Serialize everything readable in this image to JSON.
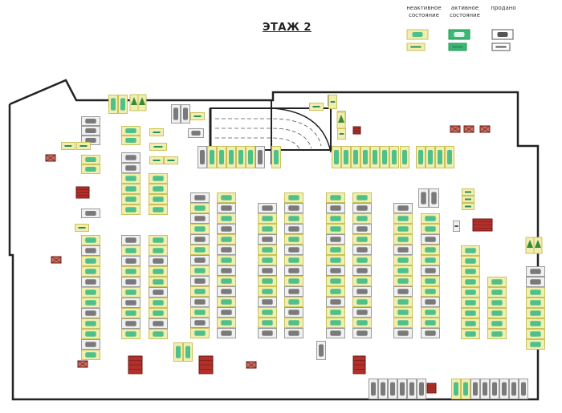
{
  "floor_title": "ЭТАЖ 2",
  "legend": {
    "inactive_label": "неактивное состояние",
    "active_label": "активное состояние",
    "sold_label": "продано"
  },
  "colors": {
    "inactive_fill": "#f2eeb0",
    "inactive_border": "#c8c25a",
    "active_fill": "#3bb873",
    "sold_fill": "#f0f0f0",
    "sold_border": "#9a9a9a",
    "car_green": "#4fc08a",
    "car_grey": "#7a7a7a",
    "storage": "#b3302a",
    "wall": "#222222"
  },
  "icons": [
    "car-icon",
    "motorcycle-icon",
    "tree-icon",
    "storage-box-icon",
    "ramp-icon"
  ]
}
